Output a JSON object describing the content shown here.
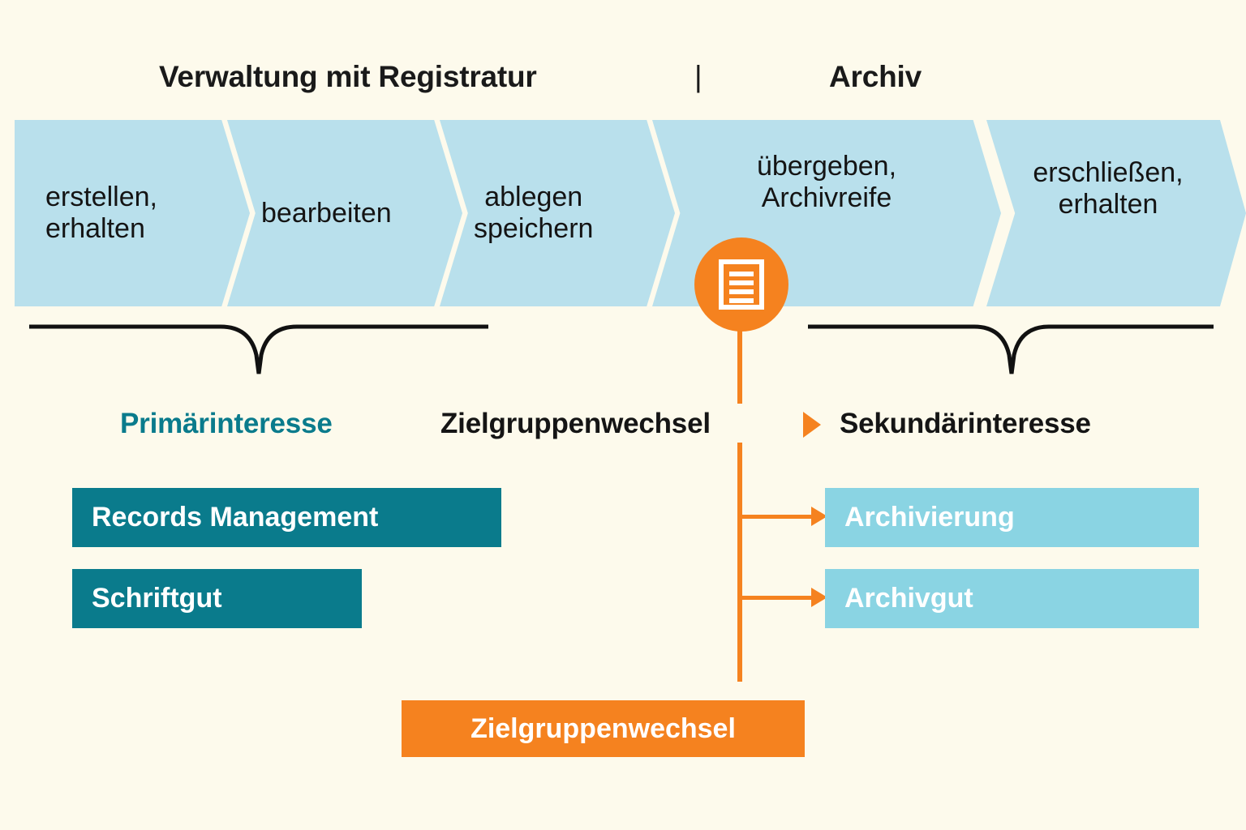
{
  "colors": {
    "background": "#fdfaec",
    "chevron_blue": "#b9e0ec",
    "box_blue": "#8ad4e3",
    "teal": "#0a7b8c",
    "orange": "#f5821f",
    "text_dark": "#151515",
    "text_white": "#ffffff"
  },
  "header": {
    "left_title": "Verwaltung mit Registratur",
    "separator": "|",
    "right_title": "Archiv"
  },
  "lifecycle": {
    "stages": [
      {
        "id": "erstellen",
        "label": "erstellen,\nerhalten"
      },
      {
        "id": "bearbeiten",
        "label": "bearbeiten"
      },
      {
        "id": "ablegen",
        "label": "ablegen\nspeichern"
      },
      {
        "id": "uebergeben",
        "label": "übergeben,\nArchivreife"
      },
      {
        "id": "erschliessen",
        "label": "erschließen,\nerhalten"
      }
    ]
  },
  "badge": {
    "icon": "document-icon"
  },
  "interests": {
    "primary_label": "Primärinteresse",
    "transition_label": "Zielgruppenwechsel",
    "secondary_label": "Sekundärinteresse"
  },
  "boxes": {
    "primary": [
      {
        "id": "records-management",
        "label": "Records Management"
      },
      {
        "id": "schriftgut",
        "label": "Schriftgut"
      }
    ],
    "secondary": [
      {
        "id": "archivierung",
        "label": "Archivierung"
      },
      {
        "id": "archivgut",
        "label": "Archivgut"
      }
    ],
    "transition": {
      "id": "zielgruppenwechsel",
      "label": "Zielgruppenwechsel"
    }
  }
}
